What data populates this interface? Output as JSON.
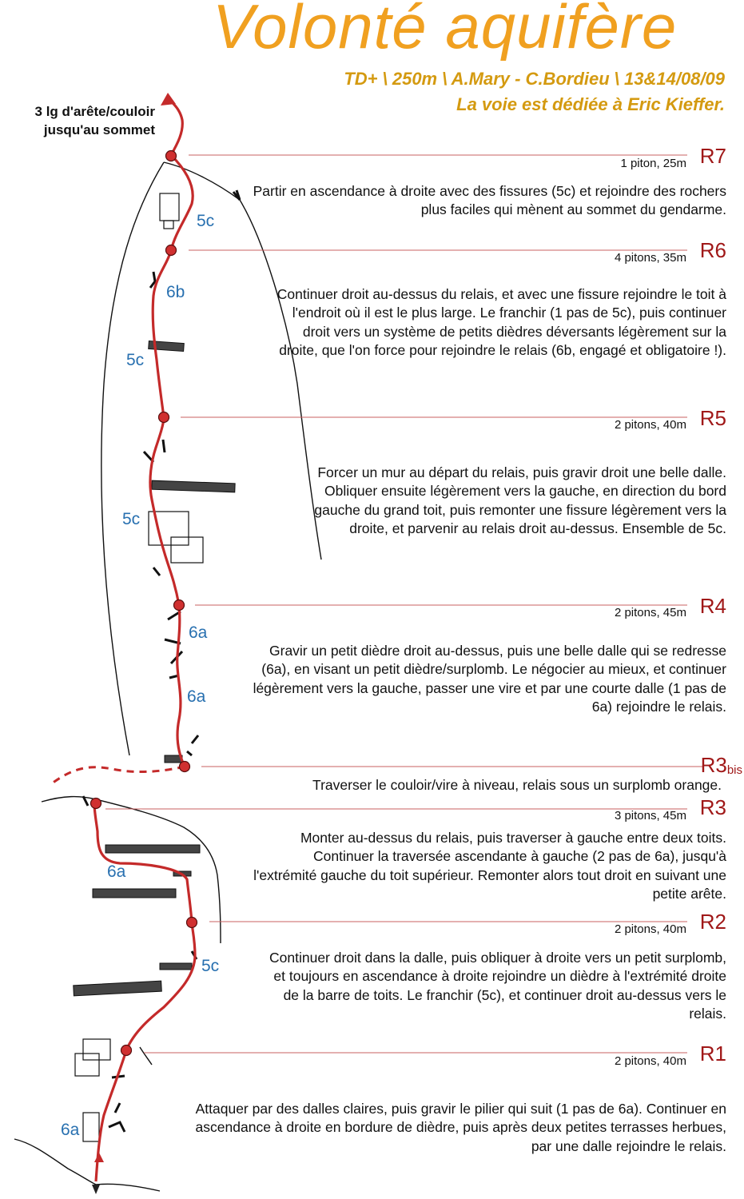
{
  "title": "Volonté aquifère",
  "subtitle": "TD+ \\ 250m \\ A.Mary - C.Bordieu \\ 13&14/08/09",
  "dedication": "La voie est dédiée à Eric Kieffer.",
  "top_note": [
    "3 lg d'arête/couloir",
    "jusqu'au sommet"
  ],
  "colors": {
    "title": "#f0a020",
    "route": "#c42a2a",
    "relay_label": "#a01818",
    "grade": "#2870b0",
    "guide_line": "#c86060"
  },
  "relays": [
    {
      "id": "R7",
      "pitons": "1 piton, 25m",
      "description": "Partir en ascendance à droite avec des fissures (5c) et rejoindre des rochers plus faciles qui mènent au sommet du gendarme."
    },
    {
      "id": "R6",
      "pitons": "4 pitons, 35m",
      "description": "Continuer droit au-dessus du relais, et avec une fissure rejoindre le toit à l'endroit où il est le plus large. Le franchir (1 pas de 5c), puis continuer droit vers un système de petits dièdres déversants légèrement sur la droite, que l'on force pour rejoindre le relais (6b, engagé et obligatoire !)."
    },
    {
      "id": "R5",
      "pitons": "2 pitons, 40m",
      "description": "Forcer un mur au départ du relais, puis gravir droit une belle dalle. Obliquer ensuite légèrement vers la gauche, en direction du bord gauche du grand toit, puis remonter une fissure légèrement vers la droite, et parvenir au relais droit au-dessus. Ensemble de 5c."
    },
    {
      "id": "R4",
      "pitons": "2 pitons, 45m",
      "description": "Gravir un petit dièdre droit au-dessus, puis une belle dalle qui se redresse (6a), en visant un petit dièdre/surplomb. Le négocier au mieux, et continuer légèrement vers la gauche, passer une vire et par une courte dalle (1 pas de 6a) rejoindre le relais."
    },
    {
      "id": "R3",
      "id_suffix": "bis",
      "pitons": "",
      "description": "Traverser le couloir/vire à niveau, relais sous un surplomb orange."
    },
    {
      "id": "R3",
      "pitons": "3 pitons, 45m",
      "description": "Monter au-dessus du relais, puis traverser à gauche entre deux toits. Continuer la traversée ascendante à gauche (2 pas de 6a), jusqu'à l'extrémité gauche du toit supérieur. Remonter alors tout droit en suivant une petite arête."
    },
    {
      "id": "R2",
      "pitons": "2 pitons, 40m",
      "description": "Continuer droit dans la dalle, puis obliquer à droite vers un petit surplomb, et toujours en ascendance à droite rejoindre un dièdre à l'extrémité droite de la barre de toits. Le franchir (5c), et continuer droit au-dessus vers le relais."
    },
    {
      "id": "R1",
      "pitons": "2 pitons, 40m",
      "description": "Attaquer par des dalles claires, puis gravir le pilier qui suit (1 pas de 6a). Continuer en ascendance à droite en bordure de dièdre, puis après deux petites terrasses herbues, par une dalle rejoindre le relais."
    }
  ],
  "grades": [
    "5c",
    "6b",
    "5c",
    "5c",
    "6a",
    "6a",
    "6a",
    "5c",
    "6a"
  ]
}
